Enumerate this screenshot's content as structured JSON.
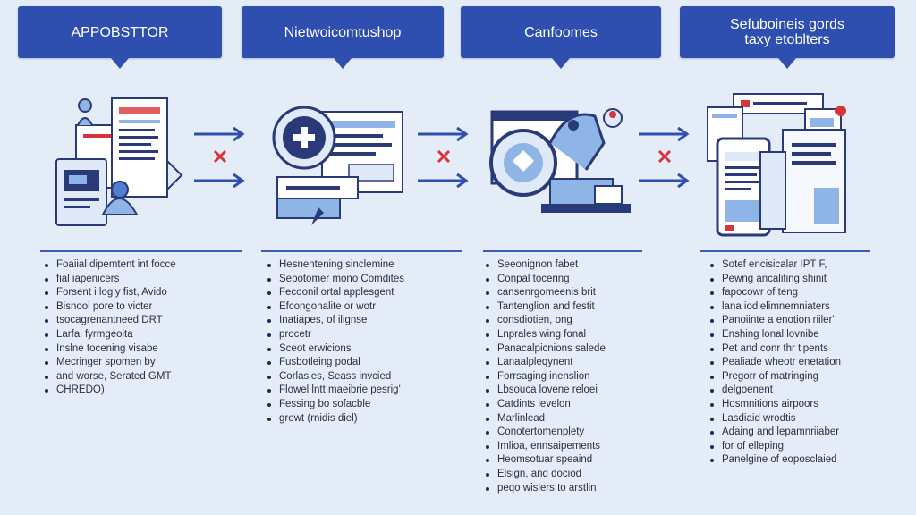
{
  "stages": [
    {
      "title": "APPOBSTTOR",
      "items": [
        "Foaiial dipemtent int focce",
        "fial iapenicers",
        "Forsent i logly fist, Avido",
        "Bisnool pore to victer",
        "tsocagrenantneed DRT",
        "Larfal fyrmgeoita",
        "Inslne tocening visabe",
        "Mecringer spomen by",
        "and worse, Serated GMT",
        "CHREDO)"
      ]
    },
    {
      "title": "Nietwoicomtushop",
      "items": [
        "Hesnentening sinclemine",
        "Sepotomer mono Comdites",
        "Fecoonil ortal applesgent",
        "Efcongonalite or wotr",
        "Inatiapes, of ilignse",
        "procetr",
        "Sceot erwicions'",
        "Fusbotleing podal",
        "Corlasies, Seass invcied",
        "Flowel lntt maeibrie pesrig'",
        "Fessing bo sofacble",
        "grewt (rnidis diel)"
      ]
    },
    {
      "title": "Canfoomes",
      "items": [
        "Seeonignon fabet",
        "Conpal tocering",
        "cansenrgomeenis brit",
        "Tantenglion and festit",
        "consdiotien, ong",
        "Lnprales wing fonal",
        "Panacalpicnions salede",
        "Lanaalpleqynent",
        "Forrsaging inenslion",
        "Lbsouca lovene reloei",
        "Catdints levelon",
        "Marlinlead",
        "Conotertomenplety",
        "Imlioa, ennsaipements",
        "Heomsotuar speaind",
        "Elsign, and dociod",
        "peqo wislers to arstlin"
      ]
    },
    {
      "title_lines": [
        "Sefuboineis gords",
        "taxy etoblters"
      ],
      "items": [
        "Sotef encisicalar IPT F,",
        "Pewng ancaliting shinit",
        "fapocowr of teng",
        "lana iodlelimnemniaters",
        "Panoiinte a enotion riiler'",
        "Enshing lonal lovnibe",
        "Pet and conr thr tipents",
        "Pealiade wheotr enetation",
        "Pregorr of matringing",
        "delgoenent",
        "Hosmnitions airpoors",
        "Lasdiaid wrodtis",
        "Adaing and lepamnriiaber",
        "for of elleping",
        "Panelgine of eoposclaied"
      ]
    }
  ],
  "colors": {
    "background": "#e4ecf7",
    "header": "#2f4fb0",
    "accent_blue": "#3f5db8",
    "light_blue": "#8fb4e6",
    "cross_red": "#d9343b",
    "ink": "#2a2f45"
  },
  "icons": {
    "stage1": "documents-and-id-card",
    "stage2": "plus-card-and-forms",
    "stage3": "monitor-and-robotic-arm",
    "stage4": "phone-and-report-pages",
    "connector": "arrows-with-cross"
  }
}
